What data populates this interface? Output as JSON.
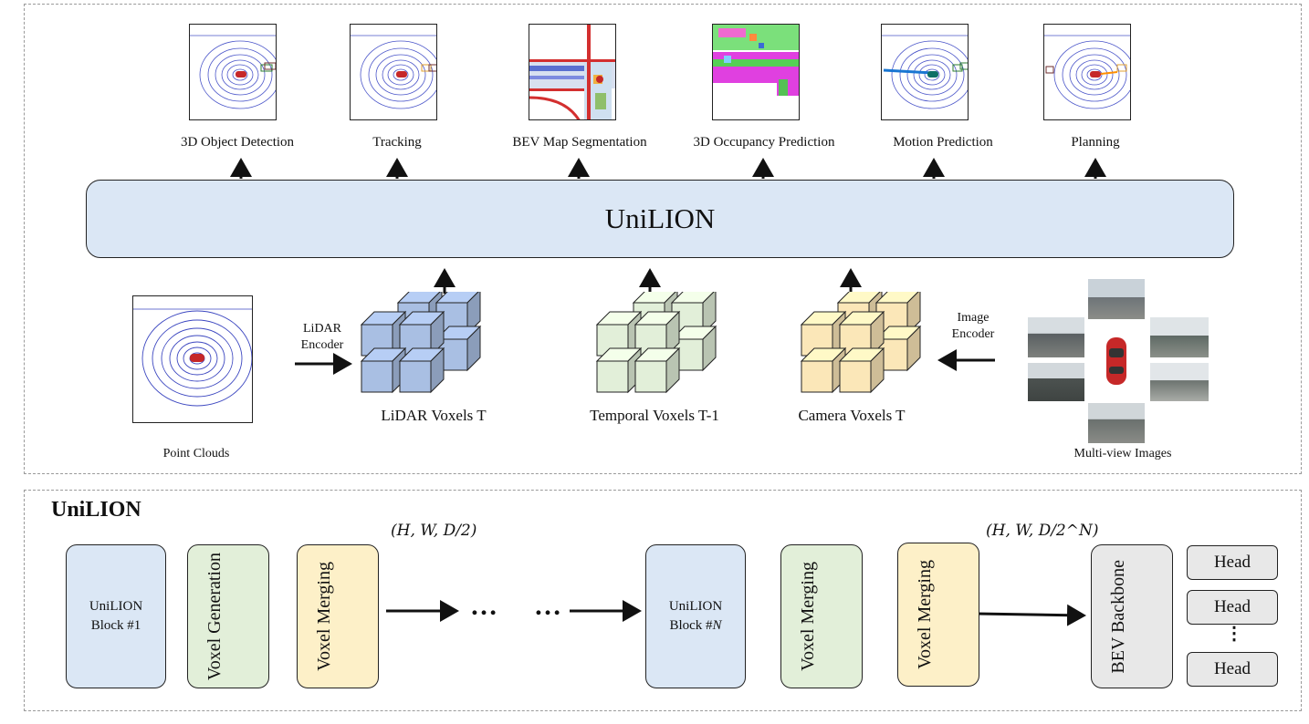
{
  "top_panel": {
    "tasks": [
      {
        "label": "3D Object Detection",
        "image": "detection-bev-icon"
      },
      {
        "label": "Tracking",
        "image": "tracking-bev-icon"
      },
      {
        "label": "BEV Map Segmentation",
        "image": "map-segmentation-icon"
      },
      {
        "label": "3D Occupancy Prediction",
        "image": "occupancy-icon"
      },
      {
        "label": "Motion Prediction",
        "image": "motion-bev-icon"
      },
      {
        "label": "Planning",
        "image": "planning-bev-icon"
      }
    ],
    "backbone_label": "UniLION",
    "inputs": {
      "point_clouds": "Point Clouds",
      "lidar_encoder": "LiDAR Encoder",
      "lidar_voxels": "LiDAR Voxels T",
      "temporal_voxels": "Temporal Voxels  T-1",
      "camera_voxels": "Camera Voxels T",
      "image_encoder": "Image Encoder",
      "multi_view": "Multi-view Images"
    }
  },
  "bottom_panel": {
    "title": "UniLION",
    "blocks": {
      "block1": "UniLION Block #1",
      "voxel_generation": "Voxel Generation",
      "voxel_merging_1": "Voxel Merging",
      "blockN_prefix": "UniLION Block #",
      "blockN_var": "N",
      "voxel_merging_2": "Voxel Merging",
      "voxel_merging_3": "Voxel Merging",
      "bev_backbone": "BEV Backbone"
    },
    "ellipsis": "…",
    "vertical_dots": "⋮",
    "dims_1": "(H, W, D/2)",
    "dims_2": "(H, W, D/2^N)",
    "heads": [
      "Head",
      "Head",
      "Head"
    ]
  },
  "colors": {
    "blue": "#dbe7f5",
    "green": "#e2efd9",
    "yellow": "#fdf0c8",
    "gray": "#e8e8e8",
    "cube_blue": "#a9bfe3",
    "cube_green": "#e2efd9",
    "cube_yellow": "#fbe7b8"
  }
}
